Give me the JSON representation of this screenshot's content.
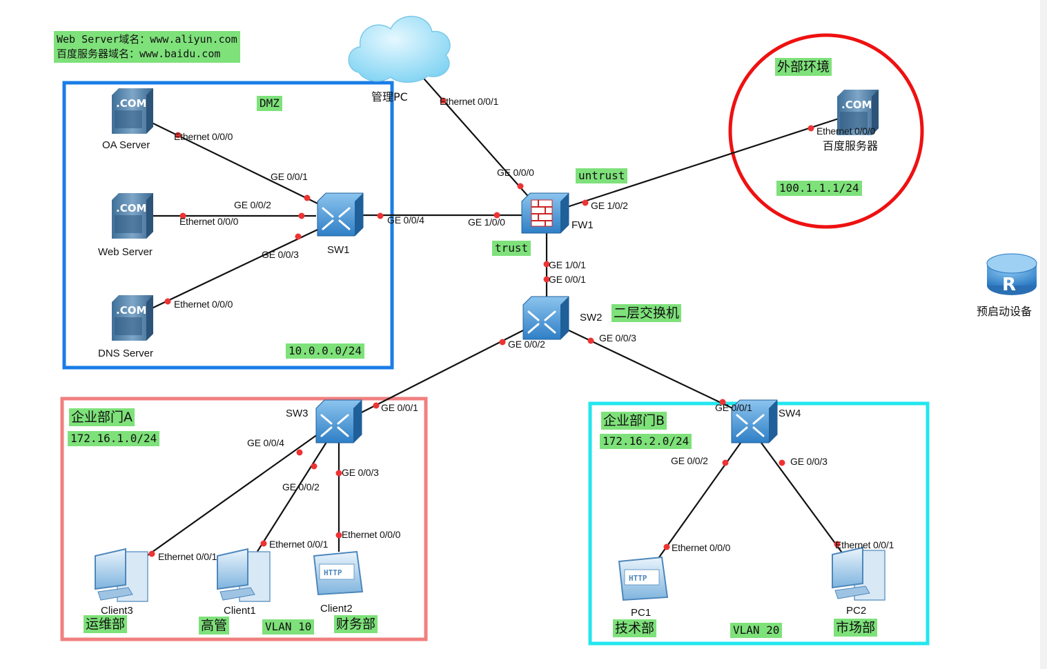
{
  "info_box": {
    "line1": "Web Server域名：www.aliyun.com",
    "line2": "百度服务器域名：www.baidu.com"
  },
  "zones": {
    "dmz": {
      "tag": "DMZ",
      "subnet": "10.0.0.0/24",
      "color": "#1a7de6"
    },
    "external": {
      "tag": "外部环境",
      "ip": "100.1.1.1/24",
      "color": "#ee1111"
    },
    "dept_a": {
      "tag": "企业部门A",
      "subnet": "172.16.1.0/24",
      "vlan": "VLAN 10",
      "color": "#f07f7f"
    },
    "dept_b": {
      "tag": "企业部门B",
      "subnet": "172.16.2.0/24",
      "vlan": "VLAN 20",
      "color": "#22e6ee"
    }
  },
  "security_zones": {
    "untrust": "untrust",
    "trust": "trust"
  },
  "devices": {
    "oa_server": "OA Server",
    "web_server": "Web Server",
    "dns_server": "DNS Server",
    "sw1": "SW1",
    "cloud": "管理PC",
    "fw1": "FW1",
    "baidu": "百度服务器",
    "sw2": "SW2",
    "sw2_tag": "二层交换机",
    "sw3": "SW3",
    "sw4": "SW4",
    "client3": "Client3",
    "client1": "Client1",
    "client2": "Client2",
    "pc1": "PC1",
    "pc2": "PC2",
    "router": "预启动设备",
    "router_letter": "R",
    "server_badge": ".COM",
    "http_badge": "HTTP"
  },
  "role_tags": {
    "client3": "运维部",
    "client1": "高管",
    "client2": "财务部",
    "pc1": "技术部",
    "pc2": "市场部"
  },
  "ports": {
    "oa_eth": "Ethernet 0/0/0",
    "sw1_ge001": "GE 0/0/1",
    "sw1_ge002": "GE 0/0/2",
    "web_eth": "Ethernet 0/0/0",
    "sw1_ge003": "GE 0/0/3",
    "dns_eth": "Ethernet 0/0/0",
    "sw1_ge004": "GE 0/0/4",
    "fw_ge100": "GE 1/0/0",
    "cloud_eth": "Ethernet 0/0/1",
    "fw_ge000": "GE 0/0/0",
    "fw_ge102": "GE 1/0/2",
    "baidu_eth": "Ethernet 0/0/0",
    "fw_ge101": "GE 1/0/1",
    "sw2_ge001": "GE 0/0/1",
    "sw2_ge002": "GE 0/0/2",
    "sw2_ge003": "GE 0/0/3",
    "sw3_ge001": "GE 0/0/1",
    "sw3_ge004": "GE 0/0/4",
    "sw3_ge002": "GE 0/0/2",
    "sw3_ge003": "GE 0/0/3",
    "client3_eth": "Ethernet 0/0/1",
    "client1_eth": "Ethernet 0/0/1",
    "client2_eth": "Ethernet 0/0/0",
    "sw4_ge001": "GE 0/0/1",
    "sw4_ge002": "GE 0/0/2",
    "sw4_ge003": "GE 0/0/3",
    "pc1_eth": "Ethernet 0/0/0",
    "pc2_eth": "Ethernet 0/0/1"
  }
}
